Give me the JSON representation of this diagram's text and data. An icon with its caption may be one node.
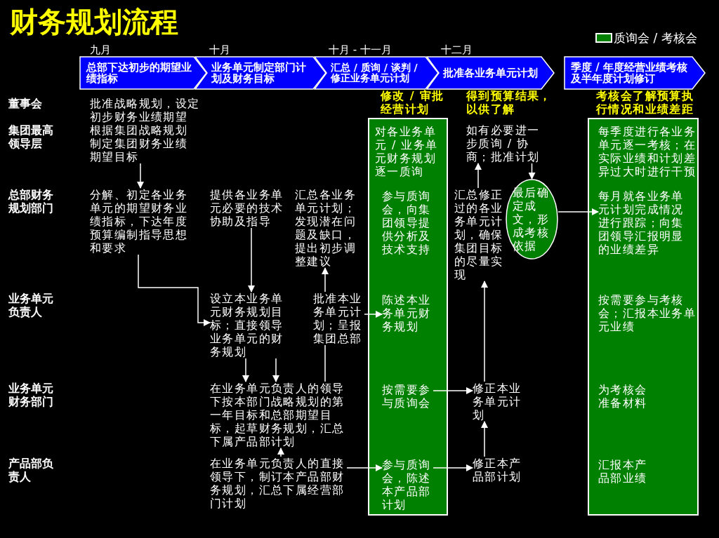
{
  "diagram": {
    "title": "财务规划流程",
    "nodes": [
      {
        "text": [
          "总部下达初步的期望业绩指标"
        ],
        "beside": [
          "九月"
        ]
      },
      {
        "text": [
          "业务单元制定部门计划及财务目标"
        ],
        "beside": [
          "十月"
        ]
      },
      {
        "text": [
          "汇总 / 质询 / 谈判 / 修正业务单元计划"
        ],
        "beside": [
          "十月 - 十一月"
        ]
      },
      {
        "text": [
          "批准各业务单元计划"
        ],
        "beside": [
          "十二月"
        ]
      },
      {
        "text": [
          "季度 / 年度经营业绩考核及半年度计划修订"
        ]
      },
      {
        "text": [
          "修改 / 审批经营计划"
        ]
      },
      {
        "text": [
          "考核会了解预算执行情况和业绩差距"
        ]
      },
      {
        "text": [
          "批准战略规划，设定初步财务业绩期望"
        ]
      },
      {
        "text": [
          "根据集团战略规划制定集团财务业绩期望目标"
        ]
      },
      {
        "text": [
          "对各业务单元 / 业务单元财务规划逐一质询"
        ],
        "in": 5
      },
      {
        "text": [
          "如有必要进一步质询 / 协商；批准计划"
        ]
      },
      {
        "text": [
          "每季度进行各业务单元逐一考核；在实际业绩和计划差异过大时进行干预"
        ],
        "in": 6
      },
      {
        "text": [
          "分解、初定各业务单元的期望财务业绩指标，下达年度预算编制指导思想和要求"
        ]
      },
      {
        "text": [
          "提供各业务单元必要的技术协助及指导"
        ]
      },
      {
        "text": [
          "汇总各业务单元计划；发现潜在问题及缺口，提出初步调整建议"
        ]
      },
      {
        "text": [
          "参与质询会，向集团领导提供分析及技术支持"
        ],
        "in": 5
      },
      {
        "text": [
          "汇总修正过的各业务单元计划，确保集团目标的尽量实现"
        ]
      },
      {
        "text": [
          "最后确定成文，形成考核依据"
        ]
      },
      {
        "text": [
          "每月就各业务单元计划完成情况进行跟踪；向集团领导汇报明显的业绩差异"
        ],
        "in": 6
      },
      {
        "text": [
          "设立本业务单元财务规划目标；直接领导业务单元的财务规划"
        ]
      },
      {
        "text": [
          "批准本业务单元计划；呈报集团总部"
        ]
      },
      {
        "text": [
          "陈述本业务单元财务规划"
        ],
        "in": 5
      },
      {
        "text": [
          "按需要参与考核会；汇报本业务单元业绩"
        ],
        "in": 6
      },
      {
        "text": [
          "在业务单元负责人的领导下按本部门战略规划的第一年目标和总部期望目标，起草财务规划，汇总下属产品部计划"
        ]
      },
      {
        "text": [
          "按需要参与质询会"
        ],
        "in": 5
      },
      {
        "text": [
          "修正本业务单元计划"
        ]
      },
      {
        "text": [
          "为考核会准备材料"
        ],
        "in": 6
      },
      {
        "text": [
          "在业务单元负责人的直接领导下，制订本产品部财务规划，汇总下属经营部门计划"
        ]
      },
      {
        "text": [
          "参与质询会，陈述本产品部计划"
        ],
        "in": 5
      },
      {
        "text": [
          "修正本产品部计划"
        ]
      },
      {
        "text": [
          "汇报本产品部业绩"
        ],
        "in": 6
      }
    ],
    "edges": [
      {
        "from": 8,
        "to": 12,
        "arrow": "to"
      },
      {
        "from": 12,
        "to": 19,
        "arrow": "to"
      },
      {
        "from": 13,
        "to": 19,
        "arrow": "to"
      },
      {
        "from": 19,
        "to": 23,
        "arrow": "to"
      },
      {
        "from": 19,
        "to": 23,
        "arrow": "to"
      },
      {
        "from": 27,
        "to": 23,
        "arrow": "to"
      },
      {
        "from": 23,
        "to": 20,
        "arrow": "none"
      },
      {
        "from": 20,
        "to": 14,
        "arrow": "to"
      },
      {
        "from": 20,
        "to": 21,
        "arrow": "to"
      },
      {
        "from": 27,
        "to": 28,
        "arrow": "to"
      },
      {
        "from": 24,
        "to": 25,
        "arrow": "to"
      },
      {
        "from": 28,
        "to": 29,
        "arrow": "to"
      },
      {
        "from": 29,
        "to": 25,
        "arrow": "to"
      },
      {
        "from": 25,
        "to": 16,
        "arrow": "to"
      },
      {
        "from": 16,
        "to": 10,
        "arrow": "to"
      },
      {
        "from": 10,
        "to": 17,
        "arrow": "to"
      },
      {
        "from": 17,
        "to": 18,
        "arrow": "to"
      }
    ],
    "labels": [
      "得到预算结果，以供了解",
      "董事会",
      "集团最高领导层",
      "总部财务规划部门",
      "业务单元负责人",
      "业务单元财务部门",
      "产品部负责人"
    ],
    "legend": [
      {
        "text": "质询会 / 考核会",
        "color": "#008000"
      }
    ]
  }
}
